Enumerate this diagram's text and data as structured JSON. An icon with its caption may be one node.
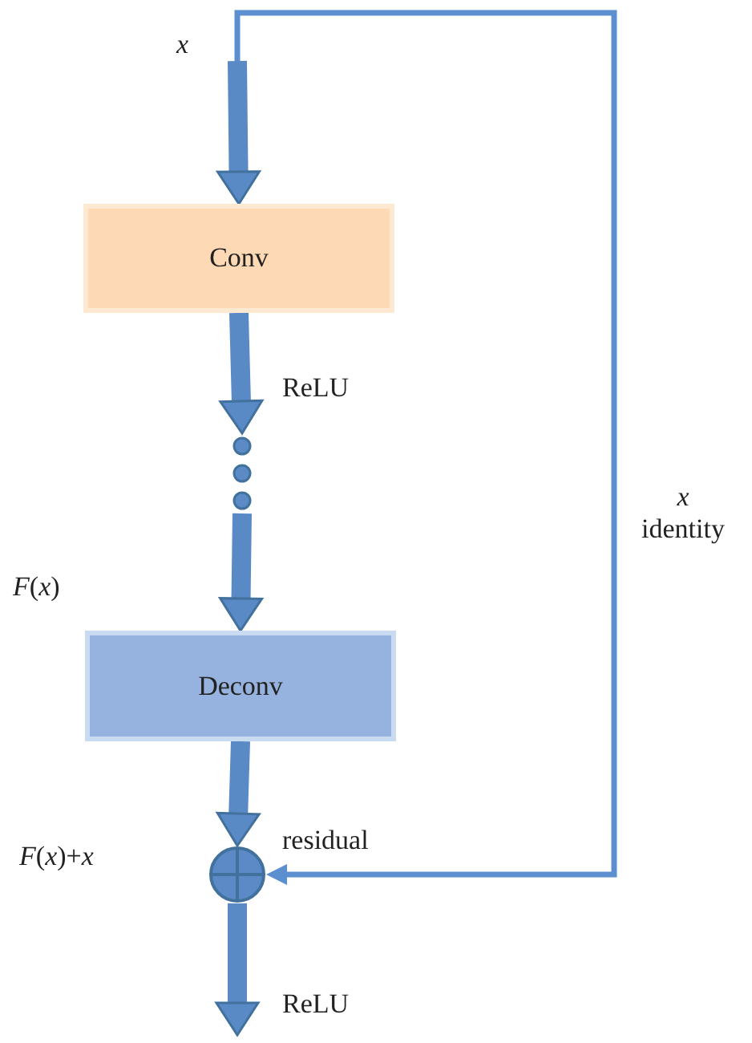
{
  "diagram": {
    "nodes": [
      {
        "text": [
          "Conv"
        ]
      },
      {
        "text": [
          "Deconv"
        ]
      },
      {
        "text": [],
        "shape": "circle",
        "beside": [
          "residual"
        ]
      },
      {
        "text": [],
        "shape": "dots"
      }
    ],
    "edges": [
      {
        "from": null,
        "to": 0,
        "arrow": "to",
        "label": "x"
      },
      {
        "from": 0,
        "to": 3,
        "arrow": "to",
        "label": "ReLU"
      },
      {
        "from": 3,
        "to": 1,
        "arrow": "to"
      },
      {
        "from": 1,
        "to": 2,
        "arrow": "to"
      },
      {
        "from": null,
        "to": 2,
        "arrow": "to",
        "label": "*x* identity"
      },
      {
        "from": 2,
        "to": null,
        "arrow": "to",
        "label": "ReLU"
      }
    ],
    "labels": [
      "*F*(*x*)",
      "*F*(*x*)+*x*"
    ]
  }
}
